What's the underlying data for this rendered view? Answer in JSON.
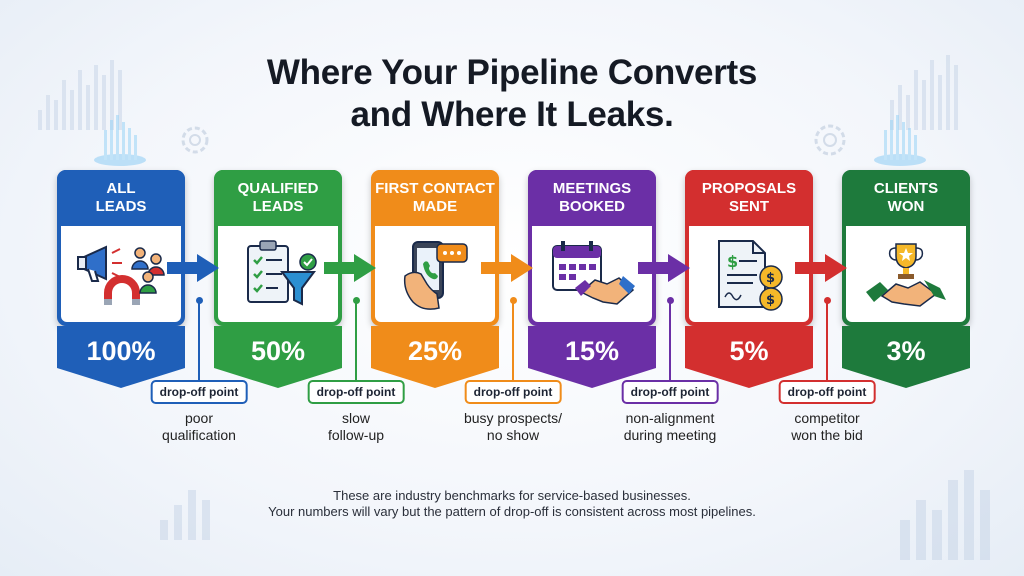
{
  "title": {
    "line1": "Where Your Pipeline Converts",
    "line2": "and Where It Leaks."
  },
  "stages": [
    {
      "name_line1": "ALL",
      "name_line2": "LEADS",
      "percent": "100%",
      "color": "#1f5fb8",
      "icon": "megaphone-magnet-people-icon"
    },
    {
      "name_line1": "QUALIFIED",
      "name_line2": "LEADS",
      "percent": "50%",
      "color": "#2f9e44",
      "icon": "checklist-funnel-icon"
    },
    {
      "name_line1": "FIRST CONTACT",
      "name_line2": "MADE",
      "percent": "25%",
      "color": "#f08c1a",
      "icon": "phone-chat-icon"
    },
    {
      "name_line1": "MEETINGS",
      "name_line2": "BOOKED",
      "percent": "15%",
      "color": "#6b2fa6",
      "icon": "calendar-handshake-icon"
    },
    {
      "name_line1": "PROPOSALS",
      "name_line2": "SENT",
      "percent": "5%",
      "color": "#d32f2f",
      "icon": "document-coins-icon"
    },
    {
      "name_line1": "CLIENTS",
      "name_line2": "WON",
      "percent": "3%",
      "color": "#1e7a3c",
      "icon": "trophy-handshake-icon"
    }
  ],
  "dropoffs": [
    {
      "label": "drop-off point",
      "reason_line1": "poor",
      "reason_line2": "qualification",
      "color": "#1f5fb8"
    },
    {
      "label": "drop-off point",
      "reason_line1": "slow",
      "reason_line2": "follow-up",
      "color": "#2f9e44"
    },
    {
      "label": "drop-off point",
      "reason_line1": "busy prospects/",
      "reason_line2": "no show",
      "color": "#f08c1a"
    },
    {
      "label": "drop-off point",
      "reason_line1": "non-alignment",
      "reason_line2": "during meeting",
      "color": "#6b2fa6"
    },
    {
      "label": "drop-off point",
      "reason_line1": "competitor",
      "reason_line2": "won the bid",
      "color": "#d32f2f"
    }
  ],
  "footnote": {
    "line1": "These are industry benchmarks for service-based businesses.",
    "line2": "Your numbers will vary but the pattern of drop-off is consistent across most pipelines."
  }
}
